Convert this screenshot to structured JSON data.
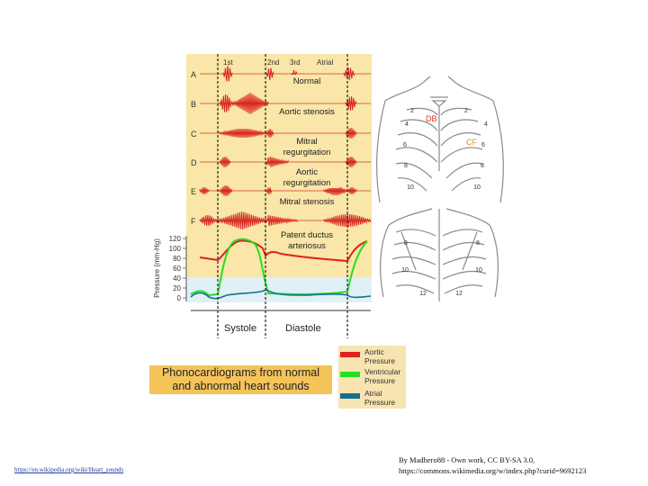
{
  "phono": {
    "top_labels": [
      "1st",
      "2nd",
      "3rd",
      "Atrial"
    ],
    "rows": [
      {
        "letter": "A",
        "label": [
          "Normal"
        ]
      },
      {
        "letter": "B",
        "label": [
          "Aortic stenosis"
        ]
      },
      {
        "letter": "C",
        "label": [
          "Mitral",
          "regurgitation"
        ]
      },
      {
        "letter": "D",
        "label": [
          "Aortic",
          "regurgitation"
        ]
      },
      {
        "letter": "E",
        "label": [
          "Mitral stenosis"
        ]
      },
      {
        "letter": "F",
        "label": [
          "Patent ductus",
          "arteriosus"
        ]
      }
    ],
    "pressure_axis_title": "Pressure (mm-Hg)",
    "pressure_ticks": [
      "120",
      "100",
      "80",
      "60",
      "40",
      "20",
      "0"
    ],
    "phases": [
      "Systole",
      "Diastole"
    ]
  },
  "chest": {
    "front_labels": [
      "2",
      "2",
      "4",
      "4",
      "6",
      "6",
      "8",
      "8",
      "10",
      "10"
    ],
    "front_markers": [
      "DB",
      "CF"
    ],
    "back_labels": [
      "8",
      "8",
      "10",
      "10",
      "12",
      "12"
    ]
  },
  "title_box": {
    "line1": "Phonocardiograms from normal",
    "line2": "and abnormal heart sounds"
  },
  "legend": [
    {
      "label": "Aortic Pressure",
      "color": "#e0201c"
    },
    {
      "label": "Ventricular Pressure",
      "color": "#22e022"
    },
    {
      "label": "Atrial Pressure",
      "color": "#1a6e8a"
    }
  ],
  "credits": {
    "left": "https://en.wikipedia.org/wiki/Heart_sounds",
    "right_line1": "By Madhero88 - Own work, CC BY-SA 3.0,",
    "right_line2": "https://commons.wikimedia.org/w/index.php?curid=9692123"
  }
}
